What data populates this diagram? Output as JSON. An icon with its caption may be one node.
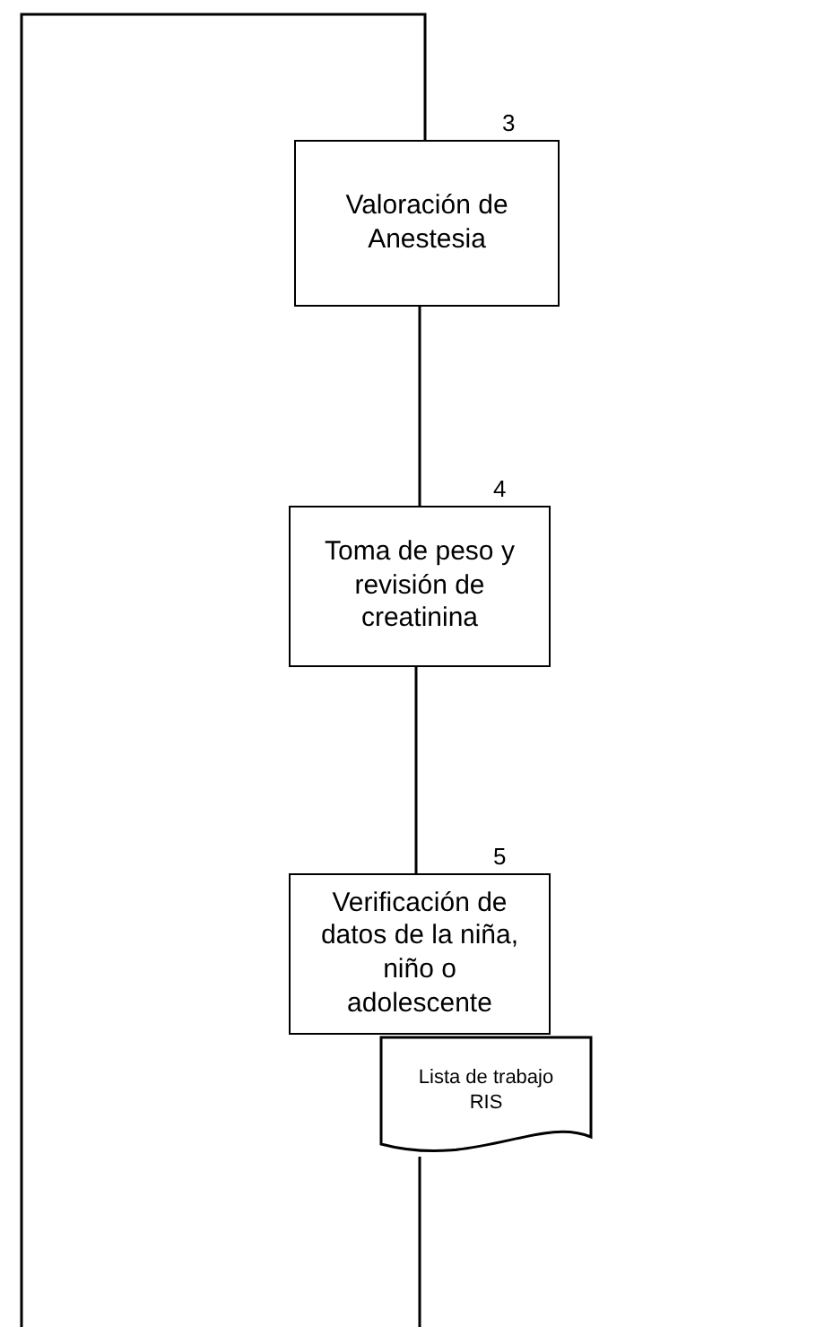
{
  "diagram": {
    "nodes": [
      {
        "text": [
          "Valoración de Anestesia"
        ],
        "beside": [
          "3"
        ]
      },
      {
        "text": [
          "Toma de peso y revisión de creatinina"
        ],
        "beside": [
          "4"
        ]
      },
      {
        "text": [
          "Verificación de datos de la niña, niño o adolescente"
        ],
        "beside": [
          "5"
        ]
      },
      {
        "text": [
          "Lista de trabajo RIS"
        ]
      }
    ],
    "edges": [
      {
        "from": null,
        "to": 0,
        "arrow": "none"
      },
      {
        "from": 0,
        "to": 1,
        "arrow": "none"
      },
      {
        "from": 1,
        "to": 2,
        "arrow": "none"
      },
      {
        "from": 3,
        "to": null,
        "arrow": "none"
      }
    ]
  }
}
